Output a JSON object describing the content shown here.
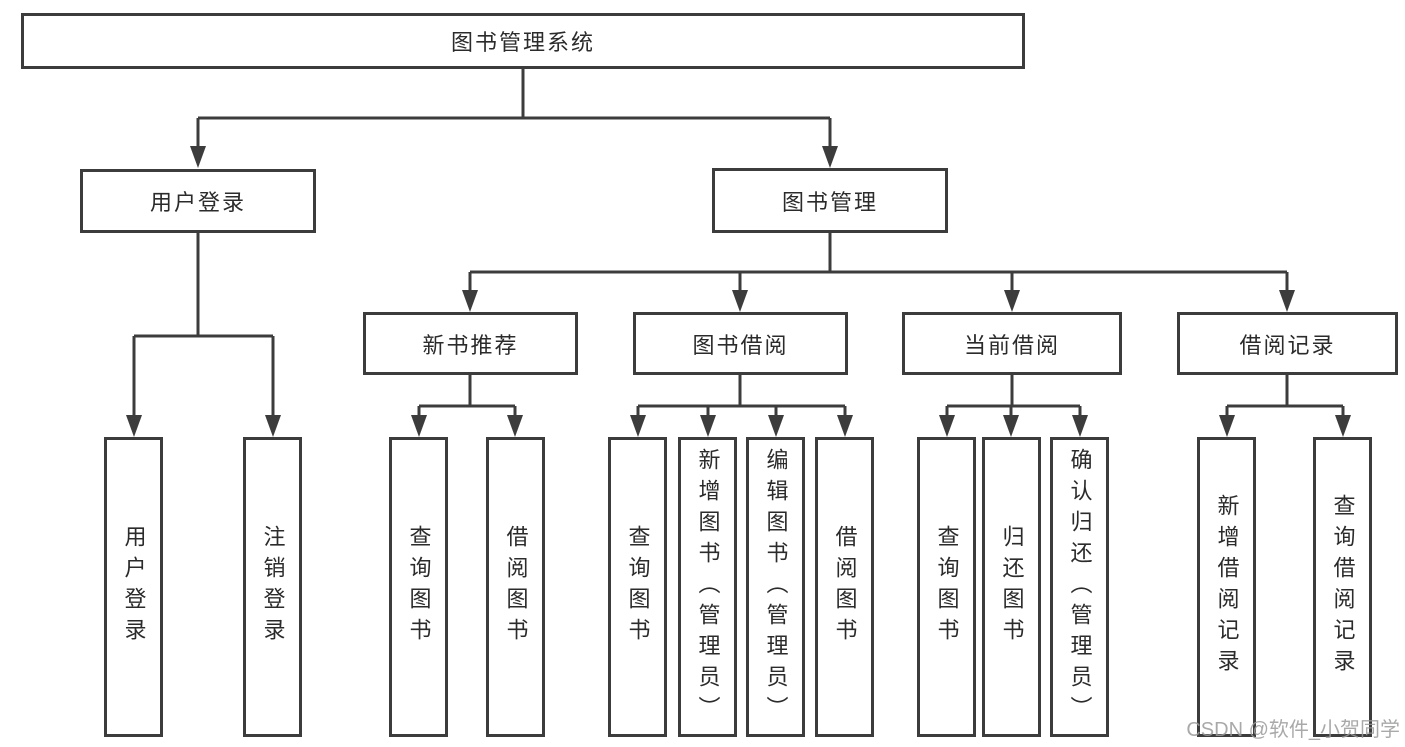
{
  "diagram": {
    "title": "图书管理系统",
    "root": {
      "label": "图书管理系统"
    },
    "level2": [
      {
        "label": "用户登录"
      },
      {
        "label": "图书管理"
      }
    ],
    "level3": [
      {
        "label": "新书推荐"
      },
      {
        "label": "图书借阅"
      },
      {
        "label": "当前借阅"
      },
      {
        "label": "借阅记录"
      }
    ],
    "leaves": {
      "user_login": [
        "用户登录",
        "注销登录"
      ],
      "new_books": [
        "查询图书",
        "借阅图书"
      ],
      "book_borrow": [
        "查询图书",
        "新增图书（管理员）",
        "编辑图书（管理员）",
        "借阅图书"
      ],
      "current_borrow": [
        "查询图书",
        "归还图书",
        "确认归还（管理员）"
      ],
      "borrow_records": [
        "新增借阅记录",
        "查询借阅记录"
      ]
    }
  },
  "watermark": {
    "text": "CSDN @软件_小贺同学"
  },
  "colors": {
    "line": "#3c3c3c",
    "text": "#2b2b2b",
    "watermark": "#9b9b9b",
    "background": "#ffffff"
  }
}
